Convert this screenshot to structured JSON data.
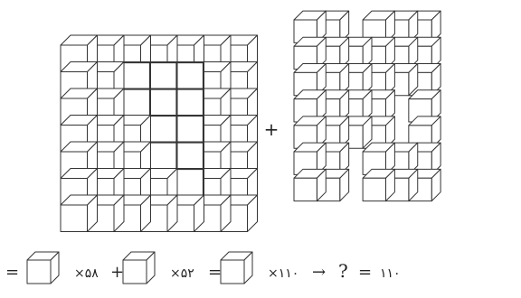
{
  "equation": {
    "equals_sign": "=",
    "term1_suffix": "×۵۸",
    "plus_sign": "+",
    "term2_suffix": "×۵۲",
    "equals_sign_2": "=",
    "term3_suffix": "×۱۱۰",
    "arrow": "→",
    "question": "?",
    "equals_sign_3": "=",
    "result": "۱۱۰"
  },
  "figures": {
    "plus_sign": "+",
    "left_shape": {
      "columns": 7,
      "rows": 7
    },
    "right_shape": {
      "columns": 5,
      "rows": 7
    }
  },
  "colors": {
    "line": "#333333",
    "background": "#ffffff"
  }
}
